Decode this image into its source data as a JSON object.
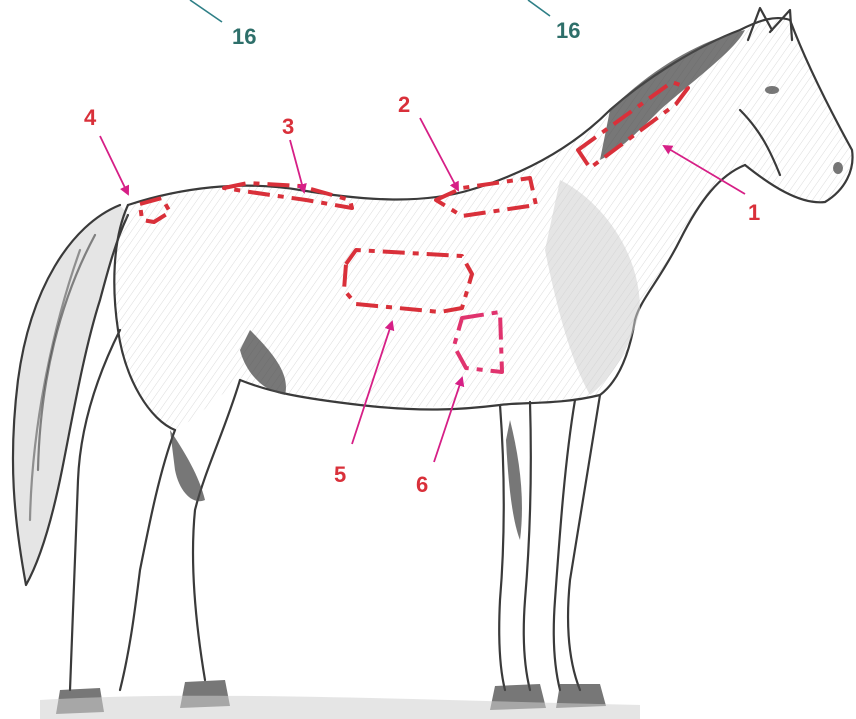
{
  "colors": {
    "zone_red": "#d9303a",
    "zone_pink": "#e0336e",
    "arrow_magenta": "#d61f86",
    "label_red": "#d9303a",
    "label_teal": "#2e6f6a",
    "top_lines": "#2e7f86"
  },
  "top_labels": [
    "16",
    "16"
  ],
  "zones": [
    {
      "label": "1"
    },
    {
      "label": "2"
    },
    {
      "label": "3"
    },
    {
      "label": "4"
    },
    {
      "label": "5"
    },
    {
      "label": "6"
    }
  ]
}
